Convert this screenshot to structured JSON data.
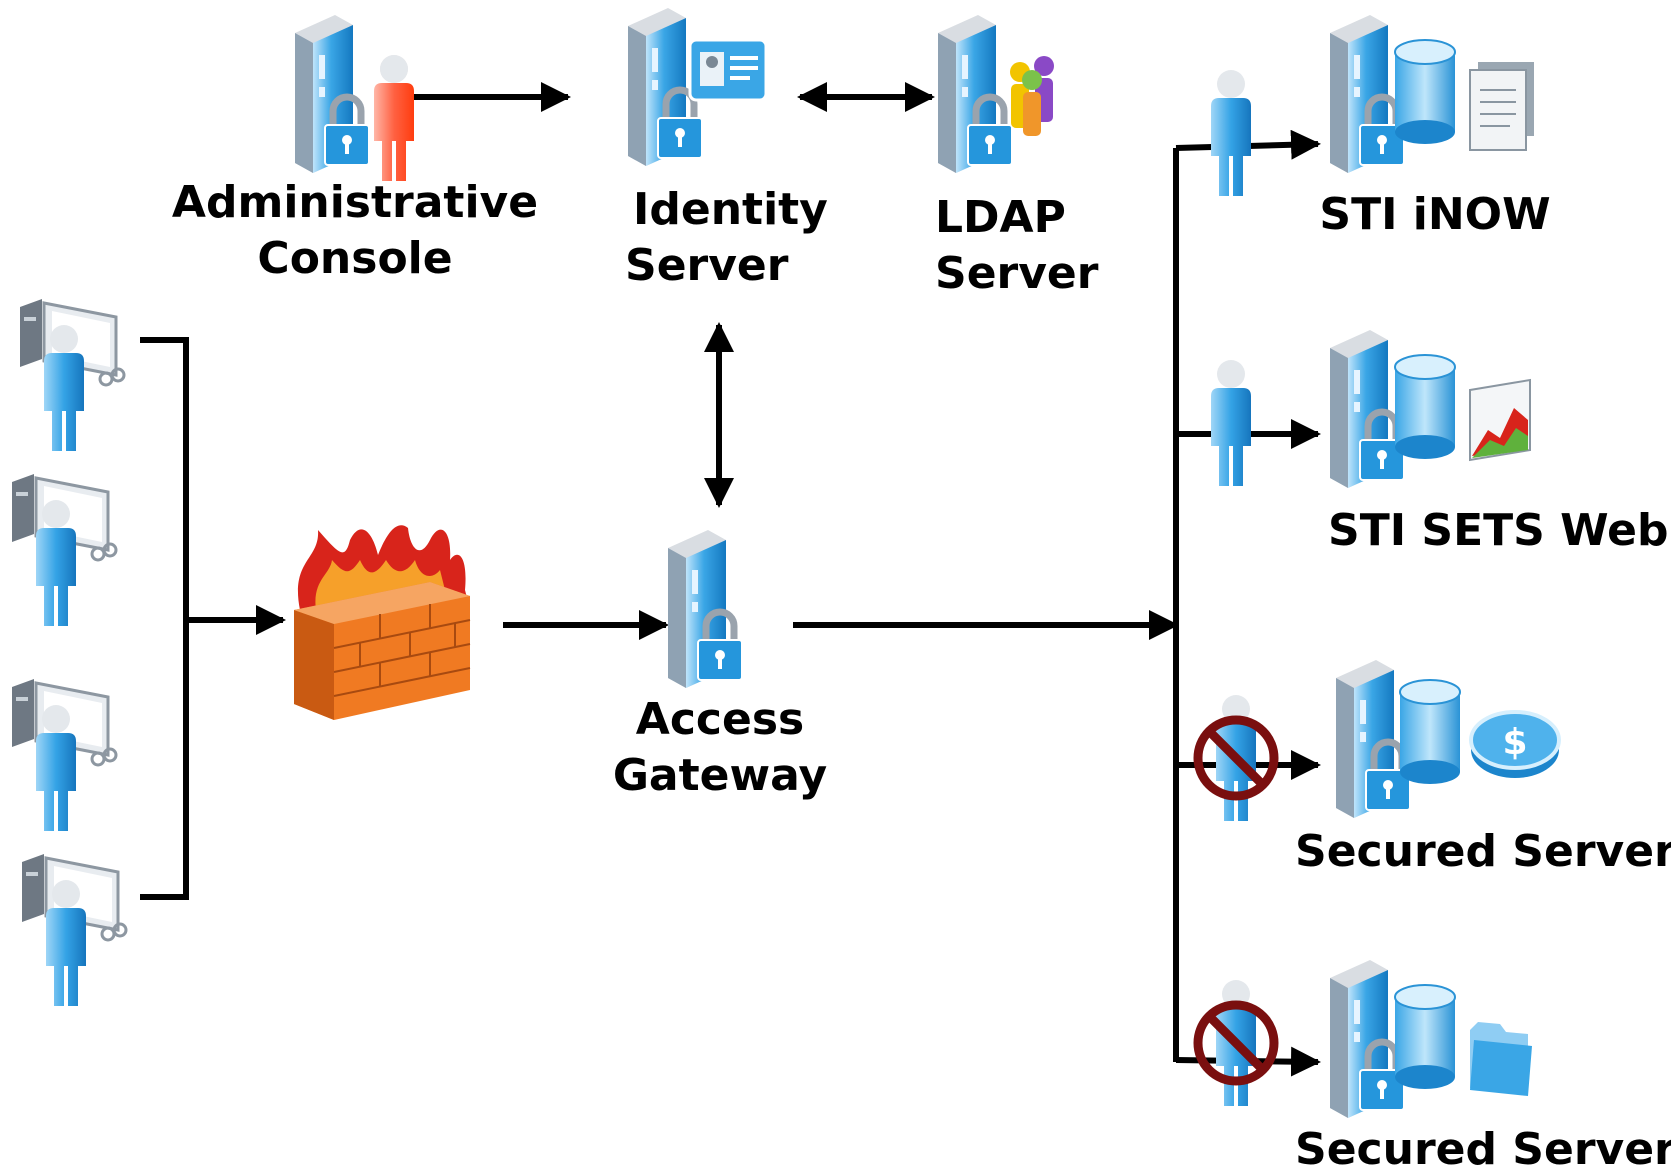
{
  "nodes": {
    "admin_console": {
      "line1": "Administrative",
      "line2": "Console"
    },
    "identity_server": {
      "line1": "Identity",
      "line2": "Server"
    },
    "ldap_server": {
      "line1": "LDAP",
      "line2": "Server"
    },
    "access_gateway": {
      "line1": "Access",
      "line2": "Gateway"
    },
    "sti_inow": {
      "label": "STI iNOW"
    },
    "sti_sets_web": {
      "label": "STI SETS Web"
    },
    "secured_server_1": {
      "label": "Secured Server"
    },
    "secured_server_2": {
      "label": "Secured Server"
    }
  },
  "icons": {
    "users": [
      "workstation-user-icon",
      "workstation-user-icon",
      "workstation-user-icon",
      "workstation-user-icon"
    ],
    "firewall": "firewall-icon",
    "denied": "no-access-icon"
  },
  "colors": {
    "server_blue": "#2f9fe0",
    "lock_blue": "#1d7ec4",
    "firewall_brick": "#f07a22",
    "flame_red": "#d8241b",
    "deny_red": "#7a0f0f",
    "line": "#000000"
  }
}
